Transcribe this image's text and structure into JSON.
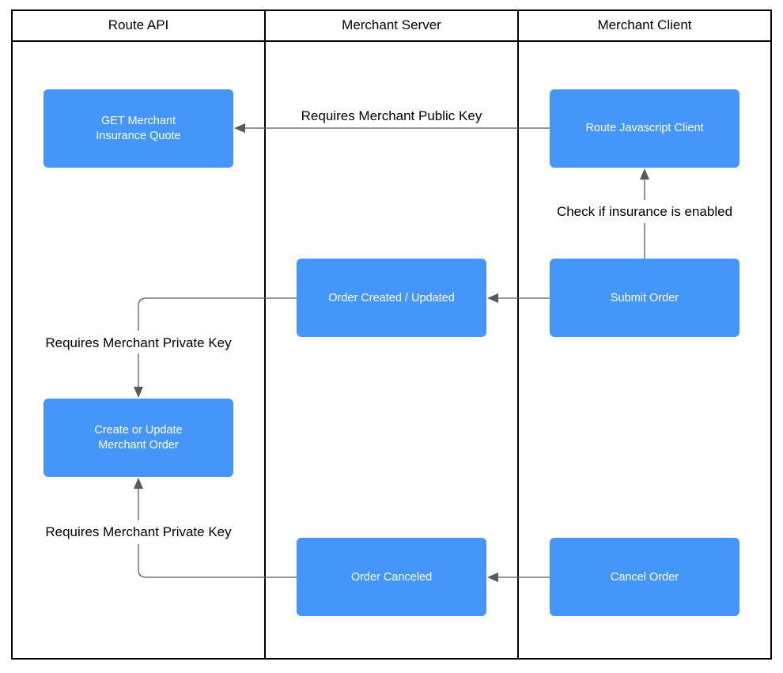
{
  "lanes": [
    {
      "id": "route-api",
      "title": "Route API"
    },
    {
      "id": "merchant-server",
      "title": "Merchant Server"
    },
    {
      "id": "merchant-client",
      "title": "Merchant Client"
    }
  ],
  "nodes": {
    "get_quote": {
      "lines": [
        "GET Merchant",
        "Insurance Quote"
      ]
    },
    "route_js_client": {
      "lines": [
        "Route Javascript Client"
      ]
    },
    "order_created_updated": {
      "lines": [
        "Order Created / Updated"
      ]
    },
    "submit_order": {
      "lines": [
        "Submit Order"
      ]
    },
    "create_update_order": {
      "lines": [
        "Create or Update",
        "Merchant Order"
      ]
    },
    "order_canceled": {
      "lines": [
        "Order Canceled"
      ]
    },
    "cancel_order": {
      "lines": [
        "Cancel Order"
      ]
    }
  },
  "edges": {
    "public_key": {
      "from": "route_js_client",
      "to": "get_quote",
      "label": "Requires Merchant Public Key"
    },
    "insurance_check": {
      "from": "submit_order",
      "to": "route_js_client",
      "label": "Check if insurance is enabled"
    },
    "submit_to_server": {
      "from": "submit_order",
      "to": "order_created_updated",
      "label": ""
    },
    "private_key_update": {
      "from": "order_created_updated",
      "to": "create_update_order",
      "label": "Requires Merchant Private Key"
    },
    "cancel_to_server": {
      "from": "cancel_order",
      "to": "order_canceled",
      "label": ""
    },
    "private_key_cancel": {
      "from": "order_canceled",
      "to": "create_update_order",
      "label": "Requires Merchant Private Key"
    }
  },
  "colors": {
    "box_fill": "#4596fa",
    "box_text": "#ffffff",
    "edge": "#595959",
    "border": "#000000"
  }
}
